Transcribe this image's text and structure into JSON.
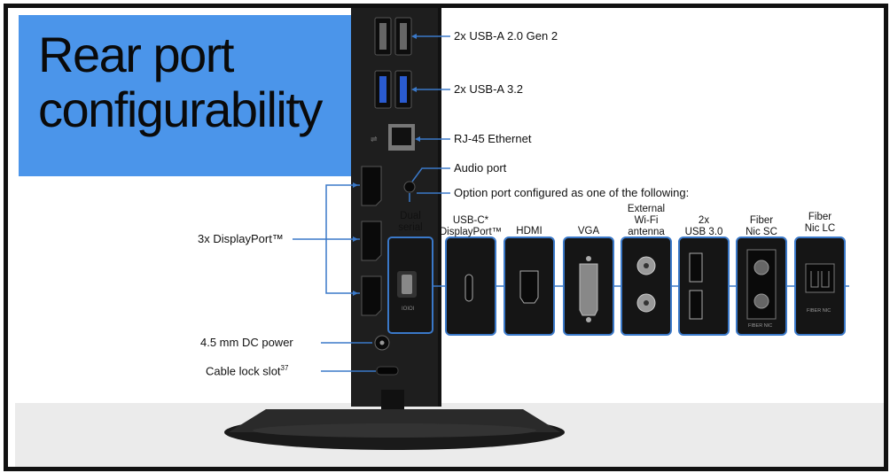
{
  "title_line1": "Rear port",
  "title_line2": "configurability",
  "labels": {
    "usb_a20": "2x USB-A 2.0 Gen 2",
    "usb_a32": "2x USB-A 3.2",
    "rj45": "RJ-45 Ethernet",
    "audio": "Audio port",
    "option": "Option port configured as one of the following:",
    "displayport": "3x DisplayPort™",
    "dc_power": "4.5 mm DC power",
    "cable_lock": "Cable lock slot",
    "cable_lock_sup": "37"
  },
  "modules": [
    {
      "id": "dual-serial",
      "line1": "Dual",
      "line2": "serial"
    },
    {
      "id": "usbc-dp",
      "line1": "USB-C*",
      "line2": "DisplayPort™"
    },
    {
      "id": "hdmi",
      "line1": "HDMI",
      "line2": ""
    },
    {
      "id": "vga",
      "line1": "VGA",
      "line2": ""
    },
    {
      "id": "wifi",
      "line1": "External",
      "line2": "Wi-Fi",
      "line3": "antenna"
    },
    {
      "id": "usb30",
      "line1": "2x",
      "line2": "USB 3.0"
    },
    {
      "id": "fiber-sc",
      "line1": "Fiber",
      "line2": "Nic SC"
    },
    {
      "id": "fiber-lc",
      "line1": "Fiber",
      "line2": "Nic LC"
    }
  ],
  "module_texts": {
    "serial_marking": "IOIOI",
    "fiber_nic": "FIBER NIC"
  },
  "colors": {
    "accent_blue": "#4b95ea",
    "line_blue": "#3a78c8",
    "device": "#1e1e1e"
  }
}
